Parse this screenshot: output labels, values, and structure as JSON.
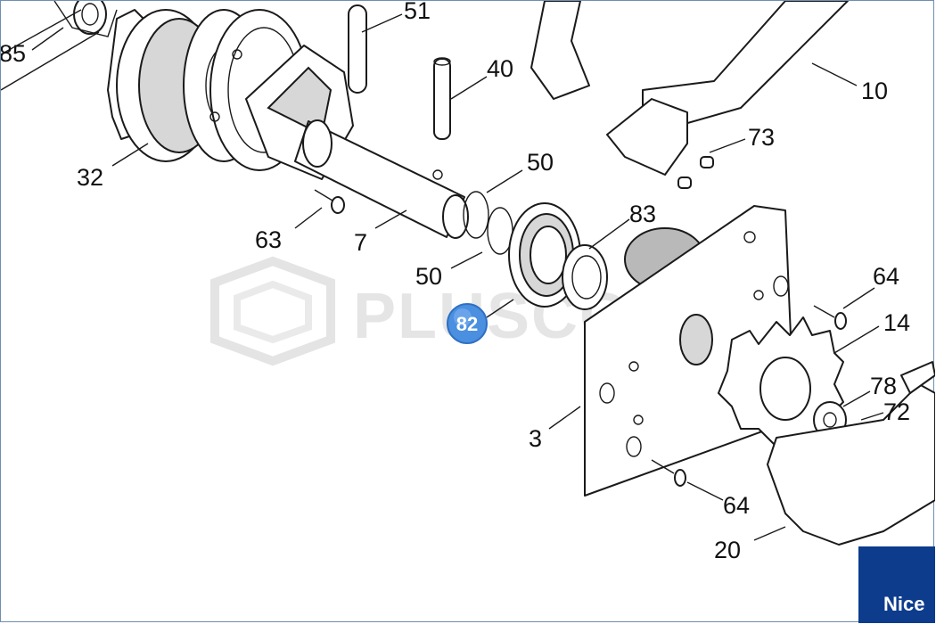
{
  "watermark": {
    "text": "PLUSCOM"
  },
  "brand": {
    "logo_text": "Nice",
    "color": "#0d3c8c"
  },
  "highlight": {
    "label": "82",
    "color": "#4a8fe0"
  },
  "callouts": [
    "85",
    "51",
    "40",
    "10",
    "73",
    "32",
    "50",
    "63",
    "7",
    "83",
    "50",
    "64",
    "14",
    "78",
    "72",
    "3",
    "64",
    "20"
  ]
}
